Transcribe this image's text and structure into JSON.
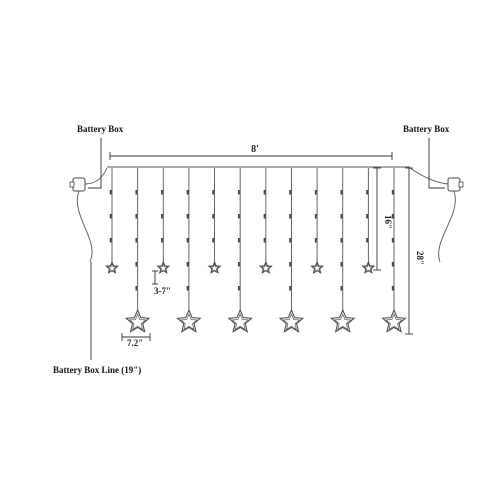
{
  "labels": {
    "battery_box_left": "Battery Box",
    "battery_box_right": "Battery Box",
    "battery_box_line": "Battery Box Line (19\")"
  },
  "dimensions": {
    "width": "8'",
    "short_drop": "16\"",
    "long_drop": "28\"",
    "star_gap": "3-7\"",
    "star_width": "7.2\""
  },
  "colors": {
    "line": "#555555",
    "text": "#111111",
    "background": "#ffffff"
  },
  "strands": {
    "count": 12,
    "small_stars": 6,
    "large_stars": 6
  }
}
